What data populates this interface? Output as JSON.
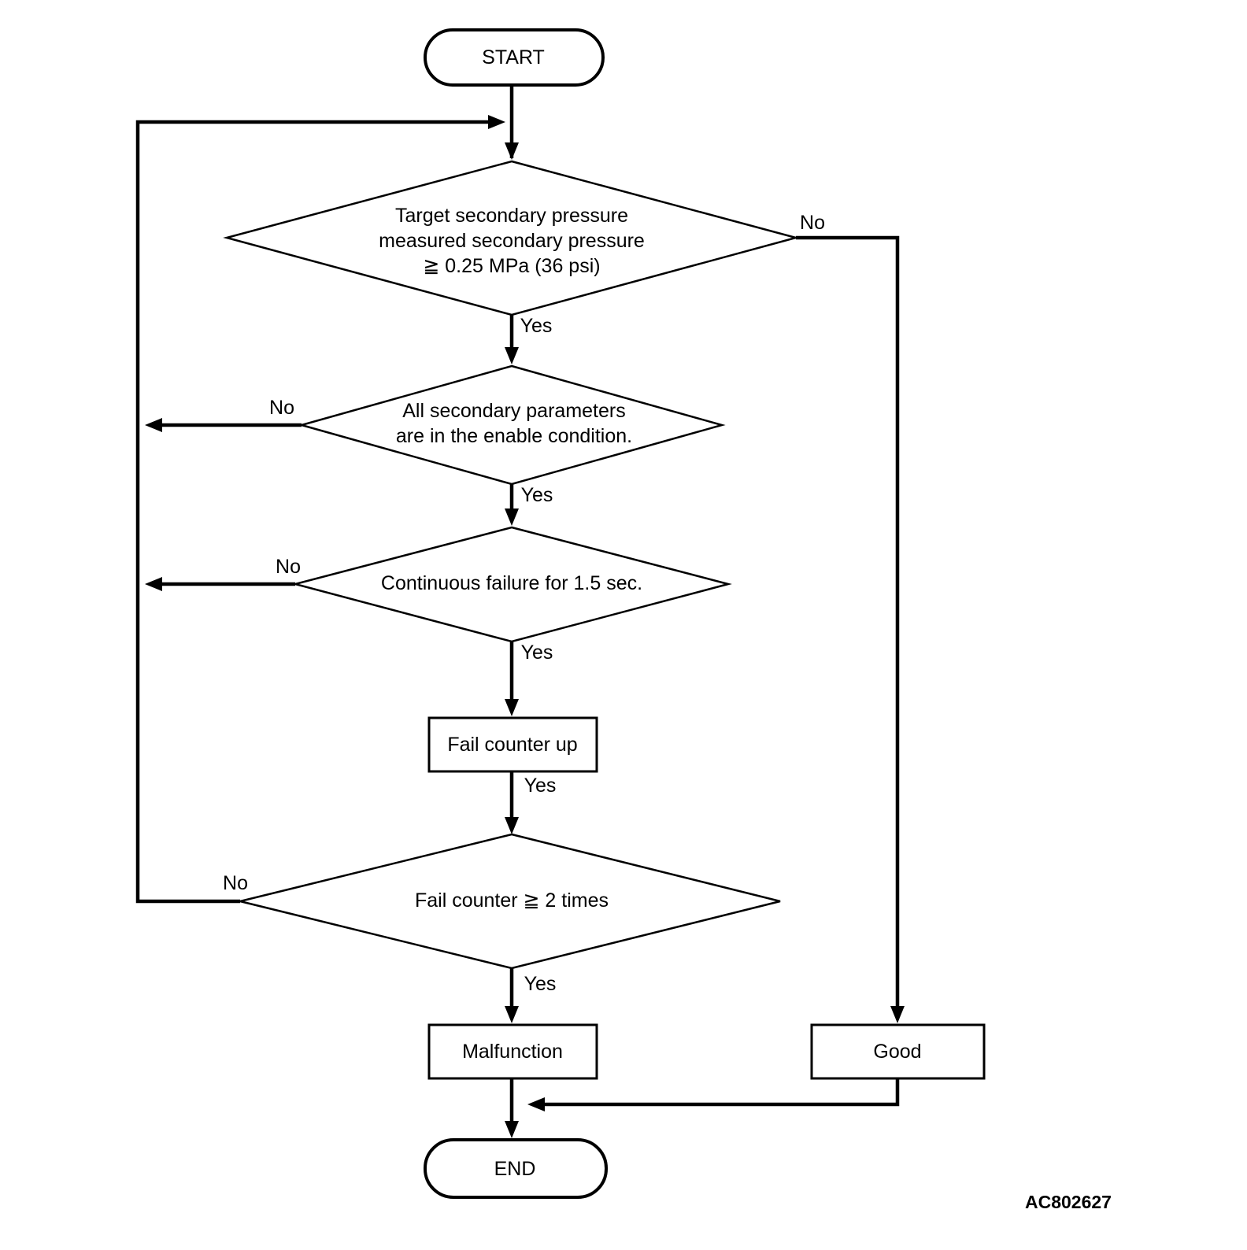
{
  "diagram": {
    "figure_id": "AC802627",
    "colors": {
      "line": "#000000",
      "background": "#ffffff",
      "text": "#000000",
      "node_fill": "#ffffff"
    },
    "nodes": {
      "start": {
        "label": "START"
      },
      "decision1": {
        "lines": [
          "Target secondary pressure",
          "measured secondary pressure",
          "≧ 0.25 MPa (36 psi)"
        ]
      },
      "decision2": {
        "lines": [
          "All secondary parameters",
          "are in the enable condition."
        ]
      },
      "decision3": {
        "label": "Continuous failure for 1.5 sec."
      },
      "fail_counter": {
        "label": "Fail counter up"
      },
      "decision4": {
        "label": "Fail counter ≧ 2 times"
      },
      "malfunction": {
        "label": "Malfunction"
      },
      "good": {
        "label": "Good"
      },
      "end": {
        "label": "END"
      }
    },
    "edge_labels": {
      "d1_no": "No",
      "d1_yes": "Yes",
      "d2_no": "No",
      "d2_yes": "Yes",
      "d3_no": "No",
      "d3_yes": "Yes",
      "counter_yes": "Yes",
      "d4_no": "No",
      "d4_yes": "Yes"
    }
  }
}
